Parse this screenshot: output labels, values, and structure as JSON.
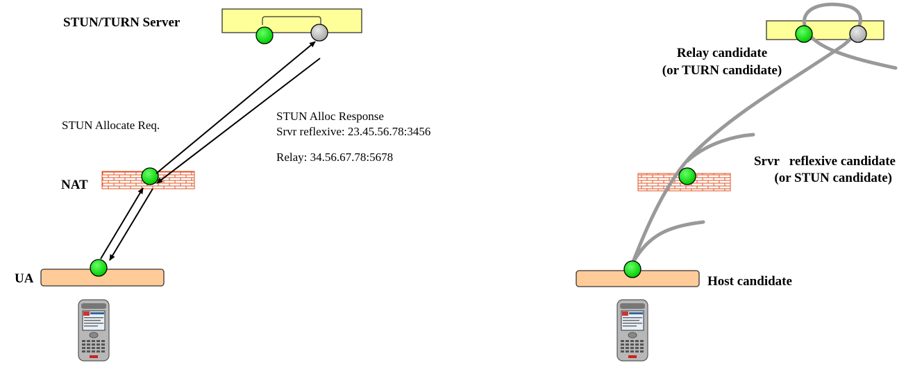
{
  "colors": {
    "server_fill": "#FFFF99",
    "ua_fill": "#FFCC99",
    "node_green": "#00DD00",
    "node_gray": "#C0C0C0",
    "brick_fill": "#FFFFFF",
    "brick_stroke": "#E05020",
    "candidate_line": "#999999"
  },
  "left_panel": {
    "server_label": "STUN/TURN Server",
    "nat_label": "NAT",
    "ua_label": "UA",
    "request_label": "STUN Allocate Req.",
    "response": {
      "line1": "STUN  Alloc  Response",
      "line2": "Srvr reflexive: 23.45.56.78:3456",
      "line3": "Relay:  34.56.67.78:5678"
    }
  },
  "right_panel": {
    "relay_line1": "Relay candidate",
    "relay_line2": "(or TURN candidate)",
    "srflx_line1": "Srvr   reflexive candidate",
    "srflx_line2": "(or STUN candidate)",
    "host_label": "Host candidate"
  },
  "icons": [
    "firewall-icon",
    "mobile-phone-icon"
  ]
}
